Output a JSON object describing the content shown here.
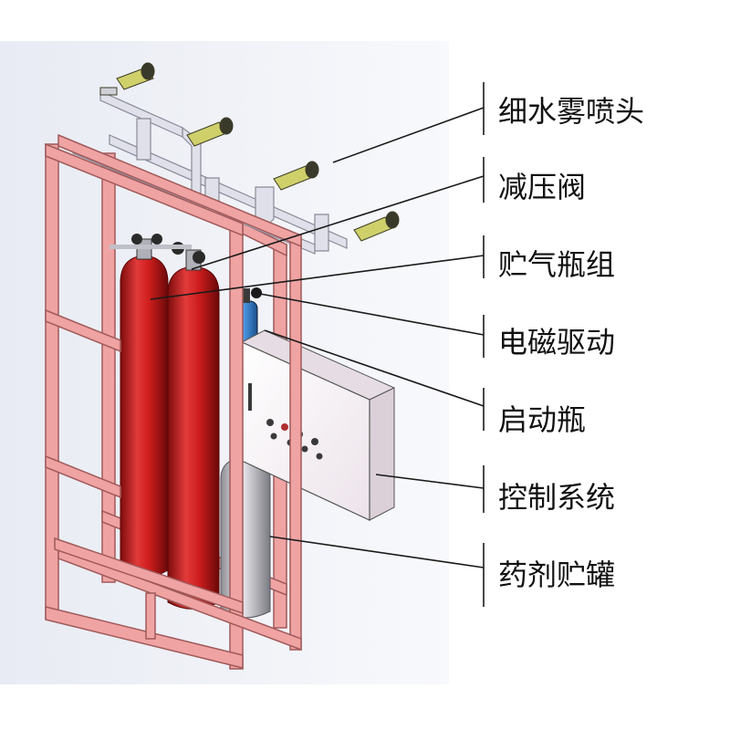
{
  "diagram": {
    "labels": [
      {
        "id": "nozzle",
        "text": "细水雾喷头"
      },
      {
        "id": "valve",
        "text": "减压阀"
      },
      {
        "id": "cylinders",
        "text": "贮气瓶组"
      },
      {
        "id": "solenoid",
        "text": "电磁驱动"
      },
      {
        "id": "starter",
        "text": "启动瓶"
      },
      {
        "id": "control",
        "text": "控制系统"
      },
      {
        "id": "tank",
        "text": "药剂贮罐"
      }
    ],
    "colors": {
      "frame": "#f0a3a3",
      "frame_edge": "#a05a5a",
      "cylinder_red": "#cf1d1d",
      "starter_blue": "#2f7fd0",
      "cabinet": "#f5eef2",
      "tank_silver": "#c8c8ce",
      "pipe": "#d9d9e2",
      "background_panel": "#eef0f6"
    }
  }
}
